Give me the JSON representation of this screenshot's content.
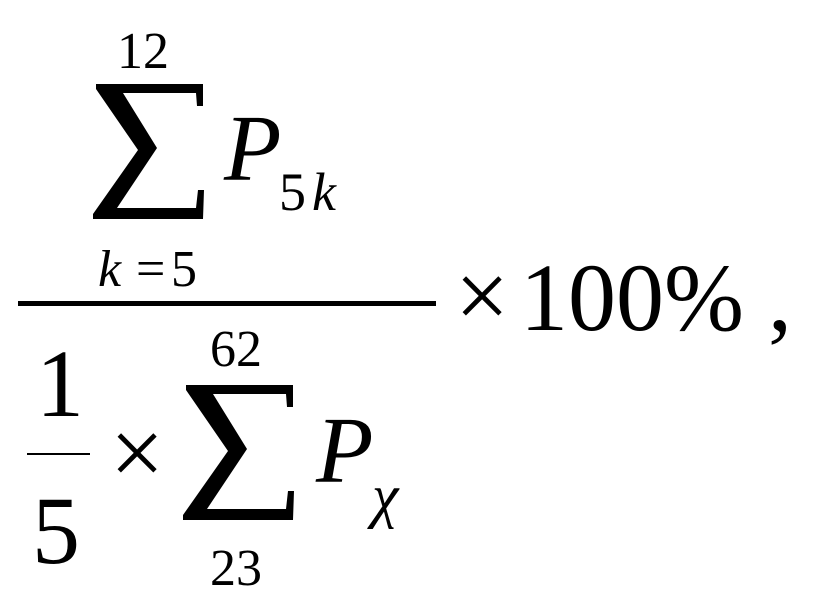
{
  "formula": {
    "numerator": {
      "sum_upper": "12",
      "sum_lower_var": "k",
      "sum_lower_eq": "=",
      "sum_lower_value": "5",
      "term": "P",
      "term_sub_num": "5",
      "term_sub_var": "k"
    },
    "denominator": {
      "coef_num": "1",
      "coef_den": "5",
      "times": "×",
      "sum_upper": "62",
      "sum_lower": "23",
      "term": "P",
      "term_sub": "χ"
    },
    "times": "×",
    "multiplier": "100%",
    "trailing": ","
  }
}
